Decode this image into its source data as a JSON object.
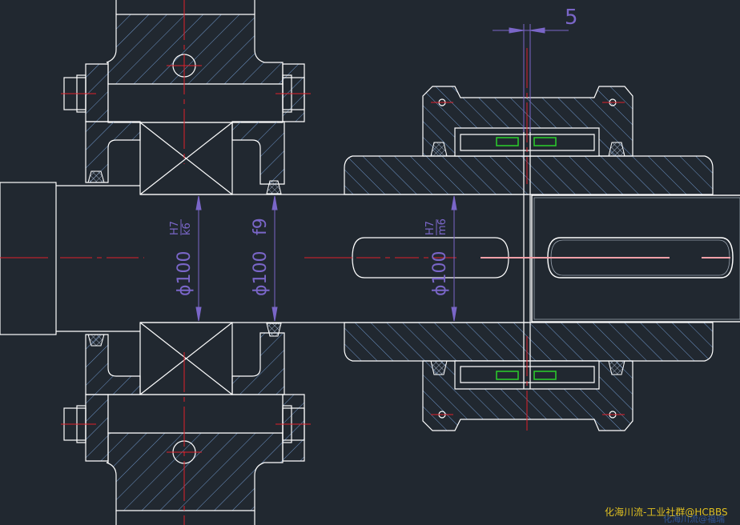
{
  "drawing": {
    "background": "#212830",
    "line_color": "#ffffff",
    "centerline_color": "#e0202a",
    "dimension_color": "#7a66c8",
    "hatch_color": "#6e95c8",
    "key_color": "#2bd02b",
    "dimensions": {
      "gap": "5",
      "bearing_fit": {
        "prefix": "ϕ100",
        "upper": "H7",
        "lower": "k6"
      },
      "seal_fit": {
        "prefix": "ϕ100",
        "plain": "f9"
      },
      "coupling_fit": {
        "prefix": "ϕ100",
        "upper": "H7",
        "lower": "m6"
      }
    }
  },
  "watermark": {
    "primary": "化海川流-工业社群@HCBBS",
    "secondary": "化海川流@福瑞"
  }
}
